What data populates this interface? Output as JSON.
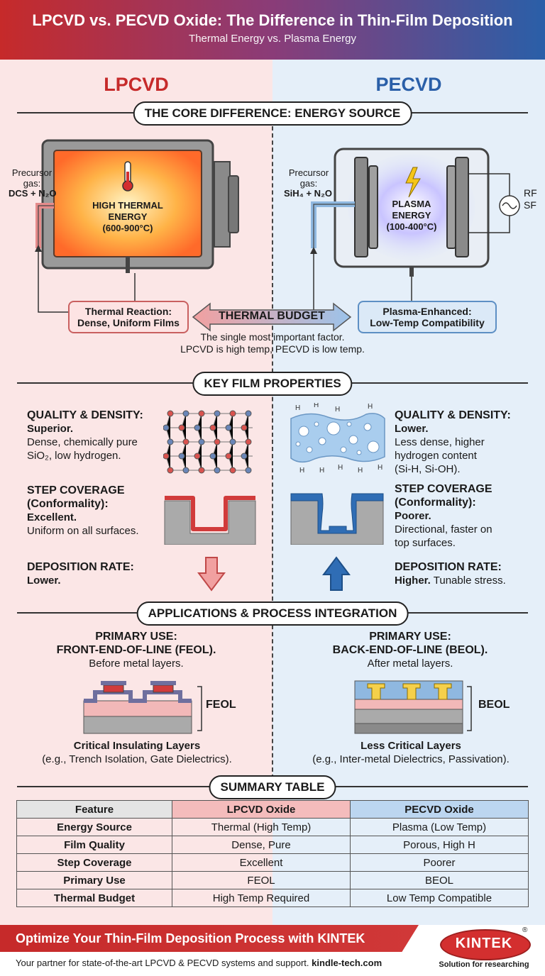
{
  "header": {
    "title": "LPCVD vs. PECVD Oxide: The Difference in Thin-Film Deposition",
    "subtitle": "Thermal Energy vs. Plasma Energy"
  },
  "columns": {
    "left": "LPCVD",
    "right": "PECVD"
  },
  "sections": {
    "core": "THE CORE DIFFERENCE: ENERGY SOURCE",
    "props": "KEY FILM PROPERTIES",
    "apps": "APPLICATIONS & PROCESS INTEGRATION",
    "summary": "SUMMARY TABLE"
  },
  "core": {
    "left": {
      "precursor_label": "Precursor gas:",
      "precursor_gas": "DCS + N₂O",
      "energy_l1": "HIGH THERMAL",
      "energy_l2": "ENERGY",
      "energy_l3": "(600-900°C)",
      "result_l1": "Thermal Reaction:",
      "result_l2": "Dense, Uniform Films"
    },
    "right": {
      "precursor_label": "Precursor gas:",
      "precursor_gas": "SiH₄ + N₂O",
      "energy_l1": "PLASMA",
      "energy_l2": "ENERGY",
      "energy_l3": "(100-400°C)",
      "rf_l1": "RF",
      "rf_l2": "SF",
      "result_l1": "Plasma-Enhanced:",
      "result_l2": "Low-Temp Compatibility"
    },
    "budget_label": "THERMAL BUDGET",
    "budget_note_l1": "The single most important factor.",
    "budget_note_l2": "LPCVD is high temp, PECVD is low temp."
  },
  "properties": {
    "left": {
      "quality_h": "QUALITY & DENSITY:",
      "quality_s": "Superior.",
      "quality_t1": "Dense, chemically pure",
      "quality_t2": "SiO₂, low hydrogen.",
      "step_h1": "STEP COVERAGE",
      "step_h2": "(Conformality):",
      "step_s": "Excellent.",
      "step_t": "Uniform on all surfaces.",
      "rate_h": "DEPOSITION RATE:",
      "rate_s": "Lower."
    },
    "right": {
      "quality_h": "QUALITY & DENSITY:",
      "quality_s": "Lower.",
      "quality_t1": "Less dense, higher",
      "quality_t2": "hydrogen content",
      "quality_t3": "(Si-H, Si-OH).",
      "step_h1": "STEP COVERAGE",
      "step_h2": "(Conformality):",
      "step_s": "Poorer.",
      "step_t1": "Directional, faster on",
      "step_t2": "top surfaces.",
      "rate_h": "DEPOSITION RATE:",
      "rate_s": "Higher.",
      "rate_t": " Tunable stress."
    }
  },
  "applications": {
    "left": {
      "use_l1": "PRIMARY USE:",
      "use_l2": "FRONT-END-OF-LINE (FEOL).",
      "use_l3": "Before metal layers.",
      "tag": "FEOL",
      "crit_l1": "Critical Insulating Layers",
      "crit_l2": "(e.g., Trench Isolation, Gate Dielectrics)."
    },
    "right": {
      "use_l1": "PRIMARY USE:",
      "use_l2": "BACK-END-OF-LINE (BEOL).",
      "use_l3": "After metal layers.",
      "tag": "BEOL",
      "crit_l1": "Less Critical Layers",
      "crit_l2": "(e.g., Inter-metal Dielectrics, Passivation)."
    }
  },
  "summary_table": {
    "headers": [
      "Feature",
      "LPCVD Oxide",
      "PECVD Oxide"
    ],
    "rows": [
      [
        "Energy Source",
        "Thermal (High Temp)",
        "Plasma (Low Temp)"
      ],
      [
        "Film Quality",
        "Dense, Pure",
        "Porous, High H"
      ],
      [
        "Step Coverage",
        "Excellent",
        "Poorer"
      ],
      [
        "Primary Use",
        "FEOL",
        "BEOL"
      ],
      [
        "Thermal Budget",
        "High Temp Required",
        "Low Temp Compatible"
      ]
    ]
  },
  "footer": {
    "cta": "Optimize Your Thin-Film Deposition Process with KINTEK",
    "tagline": "Your partner for state-of-the-art LPCVD & PECVD systems and support.",
    "url": "kindle-tech.com",
    "logo": "KINTEK",
    "logo_sub": "Solution for researching",
    "reg": "®"
  },
  "colors": {
    "red": "#c62a2a",
    "blue": "#2a5fa8",
    "left_bg": "#fbe6e6",
    "right_bg": "#e5eff9"
  }
}
